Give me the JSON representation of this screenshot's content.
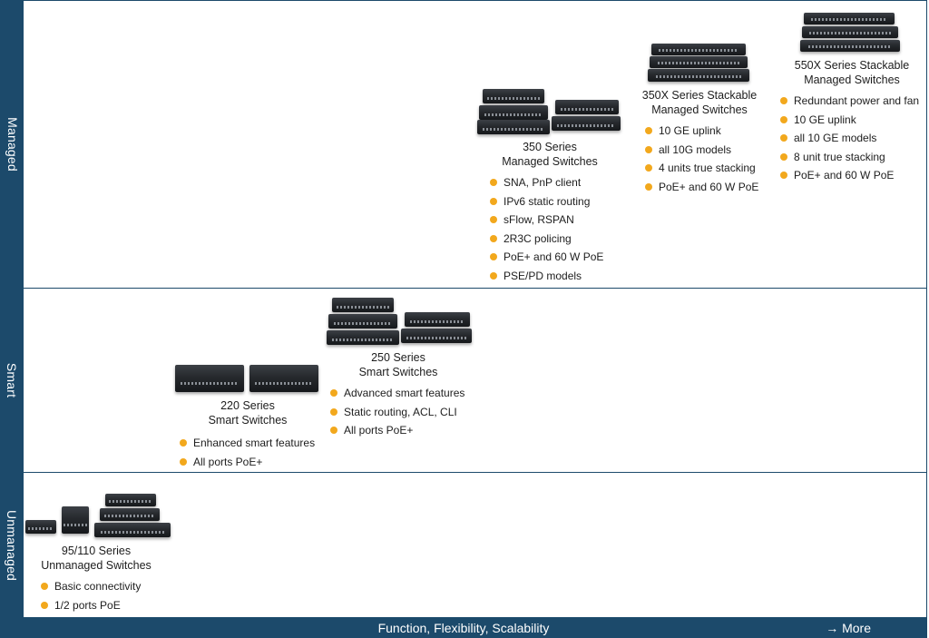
{
  "bands": {
    "managed": "Managed",
    "smart": "Smart",
    "unmanaged": "Unmanaged"
  },
  "footer": {
    "axis": "Function, Flexibility, Scalability",
    "more": "→ More"
  },
  "products": {
    "p95_110": {
      "title_line1": "95/110 Series",
      "title_line2": "Unmanaged Switches",
      "bullets": [
        "Basic connectivity",
        "1/2 ports PoE"
      ]
    },
    "p220": {
      "title_line1": "220 Series",
      "title_line2": "Smart Switches",
      "bullets": [
        "Enhanced smart features",
        "All ports PoE+"
      ]
    },
    "p250": {
      "title_line1": "250 Series",
      "title_line2": "Smart Switches",
      "bullets": [
        "Advanced smart features",
        "Static routing, ACL, CLI",
        "All ports PoE+"
      ]
    },
    "p350": {
      "title_line1": "350 Series",
      "title_line2": "Managed Switches",
      "bullets": [
        "SNA, PnP client",
        "IPv6 static routing",
        "sFlow, RSPAN",
        "2R3C policing",
        "PoE+ and 60 W PoE",
        "PSE/PD models"
      ]
    },
    "p350x": {
      "title_line1": "350X Series Stackable",
      "title_line2": "Managed Switches",
      "bullets": [
        "10 GE uplink",
        "all 10G models",
        "4 units true stacking",
        "PoE+ and 60 W PoE"
      ]
    },
    "p550x": {
      "title_line1": "550X Series Stackable",
      "title_line2": "Managed Switches",
      "bullets": [
        "Redundant power and fan",
        "10 GE uplink",
        "all 10 GE models",
        "8 unit true stacking",
        "PoE+ and 60 W PoE"
      ]
    }
  },
  "colors": {
    "band": "#1c4a6b",
    "bullet": "#f2a81d"
  }
}
